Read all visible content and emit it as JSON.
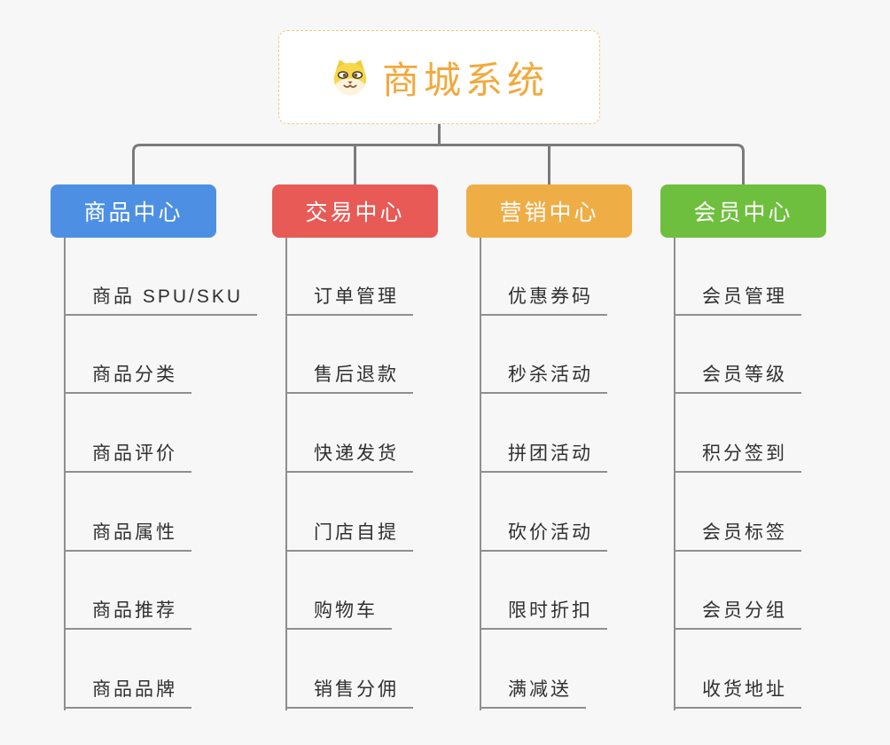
{
  "root": {
    "title": "商城系统",
    "icon": "dog-face-icon"
  },
  "branches": [
    {
      "label": "商品中心",
      "color": "#4d90e3",
      "items": [
        "商品 SPU/SKU",
        "商品分类",
        "商品评价",
        "商品属性",
        "商品推荐",
        "商品品牌"
      ]
    },
    {
      "label": "交易中心",
      "color": "#e85a56",
      "items": [
        "订单管理",
        "售后退款",
        "快递发货",
        "门店自提",
        "购物车",
        "销售分佣"
      ]
    },
    {
      "label": "营销中心",
      "color": "#efad46",
      "items": [
        "优惠券码",
        "秒杀活动",
        "拼团活动",
        "砍价活动",
        "限时折扣",
        "满减送"
      ]
    },
    {
      "label": "会员中心",
      "color": "#6fbf3f",
      "items": [
        "会员管理",
        "会员等级",
        "积分签到",
        "会员标签",
        "会员分组",
        "收货地址"
      ]
    }
  ],
  "colors": {
    "background": "#f7f7f7",
    "root_text": "#f2a93c",
    "root_border": "#f0c58a",
    "connector": "#7b7b7b",
    "leaf_line": "#8f8f8f",
    "leaf_text": "#303030",
    "branch_text": "#ffffff"
  }
}
